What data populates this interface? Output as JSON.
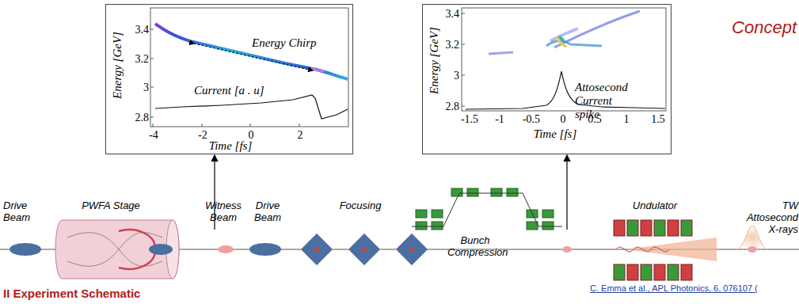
{
  "diagram": {
    "nodes": [
      {
        "text": [
          "Energy [GeV]",
          "3.4",
          "3.2",
          "3",
          "2.8",
          "-4",
          "-2",
          "0",
          "2",
          "Time [fs]",
          "Energy Chirp",
          "Current [a . u]"
        ]
      },
      {
        "text": [
          "Energy [GeV]",
          "3.4",
          "3.2",
          "3",
          "2.8",
          "-1.5",
          "-1",
          "-0.5",
          "0",
          "0.5",
          "1",
          "1.5",
          "Time [fs]",
          "Attosecond Current spike"
        ]
      },
      {
        "text": [
          "Drive Beam"
        ]
      },
      {
        "text": [
          "PWFA Stage"
        ]
      },
      {
        "text": [
          "Witness Beam"
        ]
      },
      {
        "text": [
          "Drive Beam"
        ]
      },
      {
        "text": [
          "Focusing"
        ]
      },
      {
        "text": [
          "Bunch Compression"
        ]
      },
      {
        "text": [
          "Undulator"
        ]
      },
      {
        "text": [
          "TW Attosecond X-rays"
        ]
      }
    ],
    "labels": [
      "Concept",
      "C. Emma et al., APL Photonics, 6, 076107 (",
      "II Experiment Schematic"
    ]
  }
}
